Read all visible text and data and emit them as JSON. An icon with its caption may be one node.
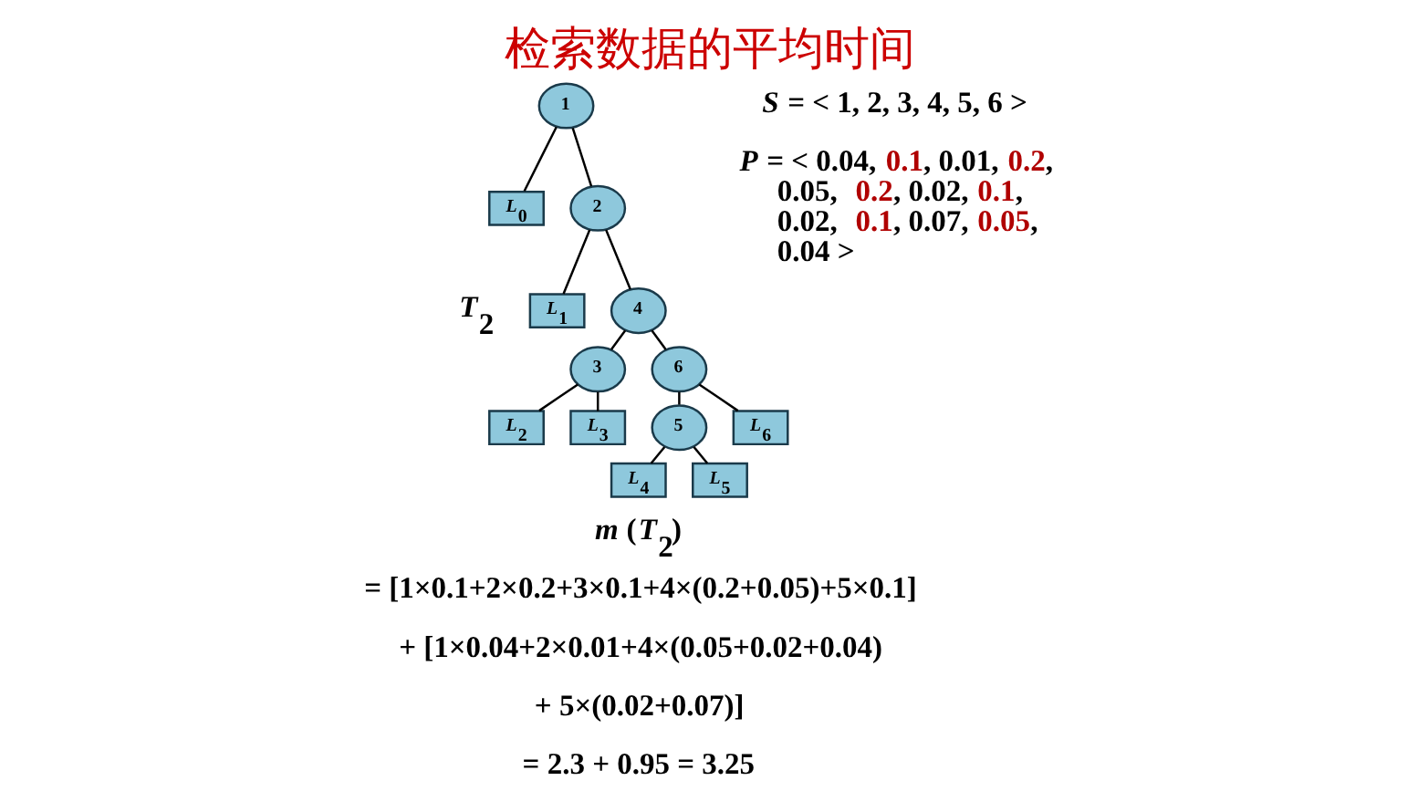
{
  "diagram": {
    "title": "检索数据的平均时间",
    "nodes": [
      {
        "text": [
          "1"
        ]
      },
      {
        "text": [
          "*L*$_{0}$"
        ]
      },
      {
        "text": [
          "2"
        ]
      },
      {
        "text": [
          "*L*$_{1}$"
        ]
      },
      {
        "text": [
          "4"
        ]
      },
      {
        "text": [
          "3"
        ]
      },
      {
        "text": [
          "6"
        ]
      },
      {
        "text": [
          "*L*$_{2}$"
        ]
      },
      {
        "text": [
          "*L*$_{3}$"
        ]
      },
      {
        "text": [
          "5"
        ]
      },
      {
        "text": [
          "*L*$_{6}$"
        ]
      },
      {
        "text": [
          "*L*$_{4}$"
        ]
      },
      {
        "text": [
          "*L*$_{5}$"
        ]
      }
    ],
    "edges": [
      {
        "from": 0,
        "to": 1,
        "arrow": "none"
      },
      {
        "from": 0,
        "to": 2,
        "arrow": "none"
      },
      {
        "from": 2,
        "to": 3,
        "arrow": "none"
      },
      {
        "from": 2,
        "to": 4,
        "arrow": "none"
      },
      {
        "from": 4,
        "to": 5,
        "arrow": "none"
      },
      {
        "from": 4,
        "to": 6,
        "arrow": "none"
      },
      {
        "from": 5,
        "to": 7,
        "arrow": "none"
      },
      {
        "from": 5,
        "to": 8,
        "arrow": "none"
      },
      {
        "from": 6,
        "to": 9,
        "arrow": "none"
      },
      {
        "from": 6,
        "to": 10,
        "arrow": "none"
      },
      {
        "from": 9,
        "to": 11,
        "arrow": "none"
      },
      {
        "from": 9,
        "to": 12,
        "arrow": "none"
      }
    ],
    "labels": [
      "*T*$_{2}$",
      "*S* = < 1, 2, 3, 4, 5, 6 >",
      "*P* = < 0.04, 0.1, 0.01, 0.2, 0.05, 0.2, 0.02, 0.1, 0.02, 0.1, 0.07, 0.05, 0.04 >",
      "*m* (*T*$_{2}$)",
      "= [1×0.1+2×0.2+3×0.1+4×(0.2+0.05)+5×0.1]",
      "+ [1×0.04+2×0.01+4×(0.05+0.02+0.04)",
      "+ 5×(0.02+0.07)]",
      "= 2.3 + 0.95 = 3.25"
    ]
  }
}
